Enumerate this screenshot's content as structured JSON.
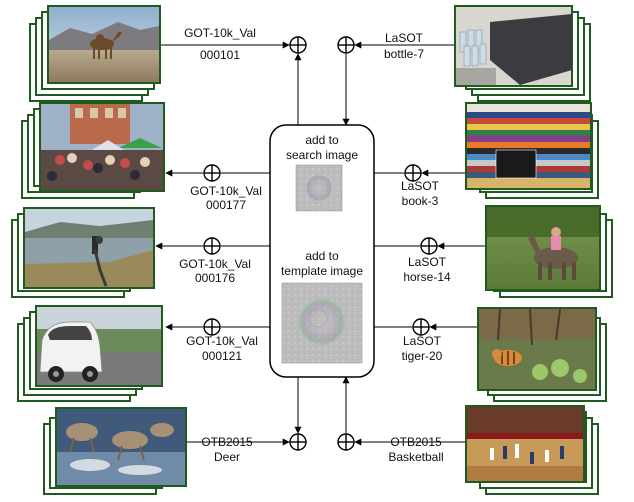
{
  "center": {
    "search_line1": "add to",
    "search_line2": "search image",
    "template_line1": "add to",
    "template_line2": "template image"
  },
  "labels": {
    "camel": {
      "dataset": "GOT-10k_Val",
      "seq": "000101"
    },
    "market": {
      "dataset": "GOT-10k_Val",
      "seq": "000177"
    },
    "river": {
      "dataset": "GOT-10k_Val",
      "seq": "000176"
    },
    "car": {
      "dataset": "GOT-10k_Val",
      "seq": "000121"
    },
    "deer": {
      "dataset": "OTB2015",
      "seq": "Deer"
    },
    "bottle": {
      "dataset": "LaSOT",
      "seq": "bottle-7"
    },
    "book": {
      "dataset": "LaSOT",
      "seq": "book-3"
    },
    "horse": {
      "dataset": "LaSOT",
      "seq": "horse-14"
    },
    "tiger": {
      "dataset": "LaSOT",
      "seq": "tiger-20"
    },
    "basketball": {
      "dataset": "OTB2015",
      "seq": "Basketball"
    }
  },
  "colors": {
    "frame_border": "#1f5a1f",
    "line": "#000000",
    "center_box_border": "#000000"
  }
}
